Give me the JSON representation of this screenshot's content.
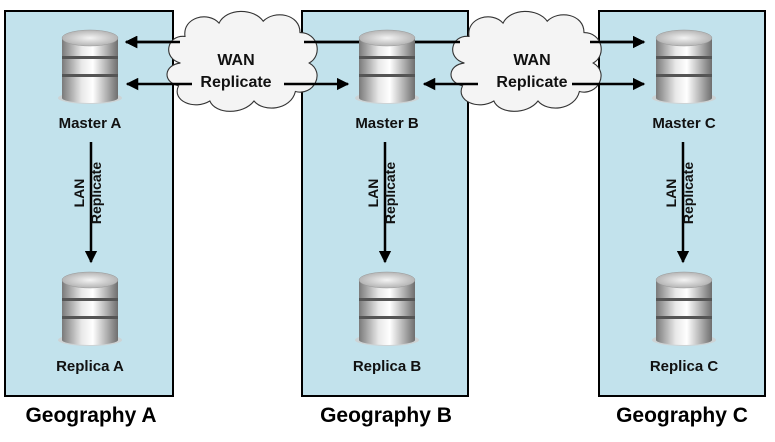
{
  "diagram": {
    "title": "Multi-geography master/replica replication",
    "colors": {
      "geography_fill": "#c2e2ec",
      "border": "#000000",
      "cloud_fill": "#f4f4f4"
    },
    "geographies": [
      {
        "label": "Geography A",
        "master": "Master A",
        "replica": "Replica A",
        "lan_line1": "LAN",
        "lan_line2": "Replicate"
      },
      {
        "label": "Geography B",
        "master": "Master B",
        "replica": "Replica B",
        "lan_line1": "LAN",
        "lan_line2": "Replicate"
      },
      {
        "label": "Geography C",
        "master": "Master C",
        "replica": "Replica C",
        "lan_line1": "LAN",
        "lan_line2": "Replicate"
      }
    ],
    "wan_links": [
      {
        "line1": "WAN",
        "line2": "Replicate",
        "between": "Master A - Master B"
      },
      {
        "line1": "WAN",
        "line2": "Replicate",
        "between": "Master B - Master C"
      }
    ],
    "long_link": {
      "between": "Master A - Master C",
      "direction": "bidirectional"
    }
  }
}
